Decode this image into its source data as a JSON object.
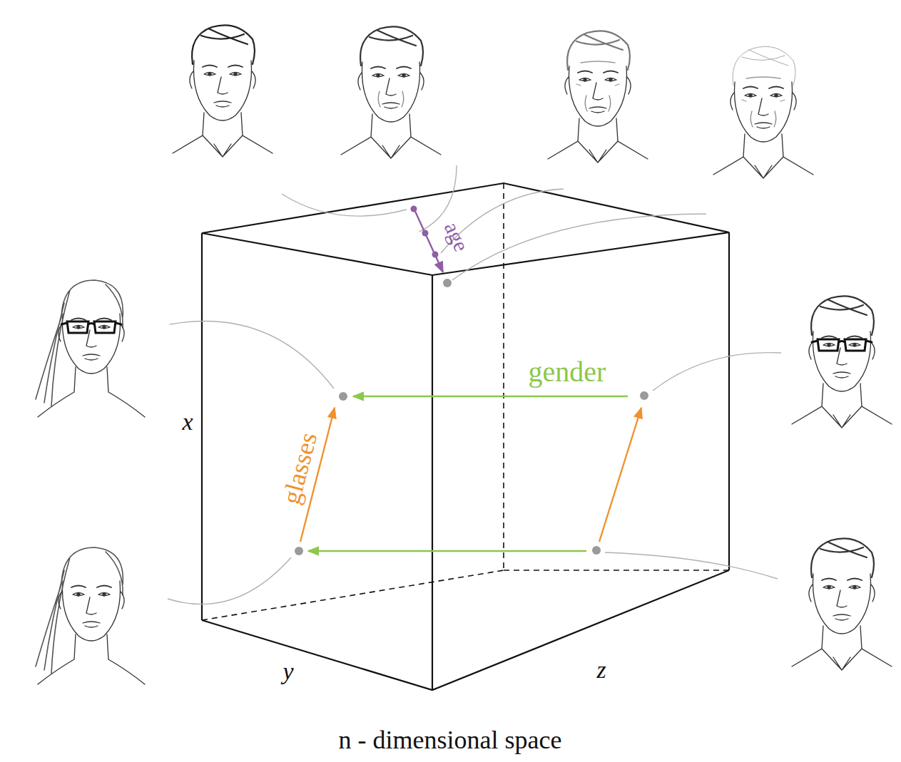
{
  "diagram": {
    "caption": "n - dimensional space",
    "labels": [
      "age",
      "gender",
      "glasses",
      "x",
      "y",
      "z"
    ]
  }
}
